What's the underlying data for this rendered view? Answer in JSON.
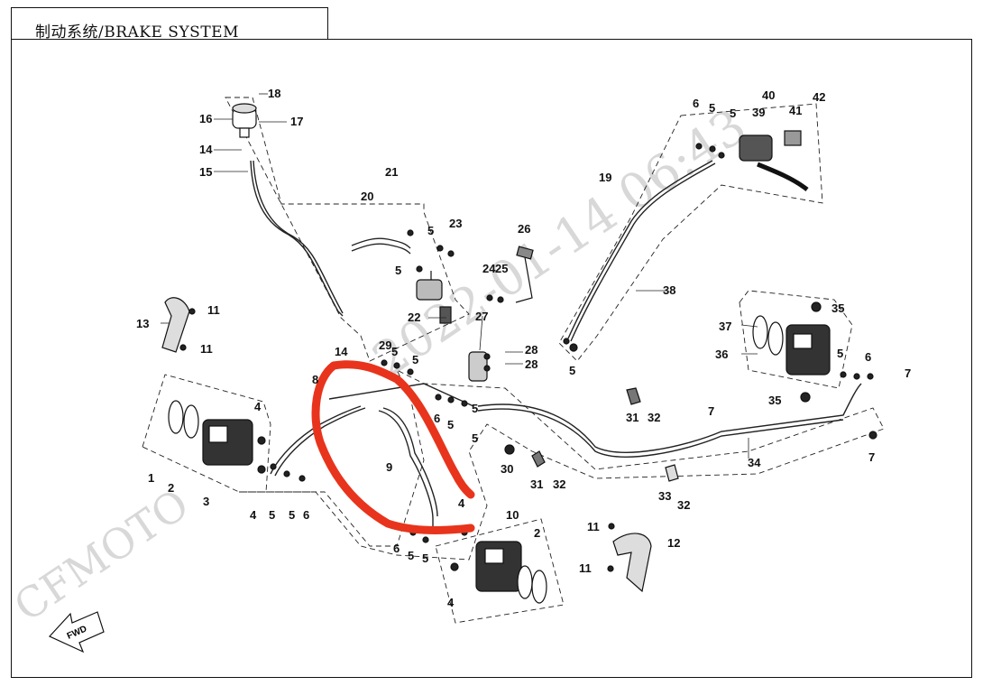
{
  "header": {
    "title": "制动系统/BRAKE SYSTEM"
  },
  "watermark": {
    "brand": "CFMOTO",
    "stamp": "2022-01-14 06:43"
  },
  "orientation": {
    "label": "FWD"
  },
  "colors": {
    "markup": "#e8341c",
    "line": "#111111",
    "watermark": "#d8d8d8"
  },
  "labels": {
    "l1": "1",
    "l2a": "2",
    "l2b": "2",
    "l3": "3",
    "l4a": "4",
    "l4b": "4",
    "l4c": "4",
    "l4d": "4",
    "l5a": "5",
    "l5b": "5",
    "l5c": "5",
    "l5d": "5",
    "l5e": "5",
    "l5f": "5",
    "l5g": "5",
    "l5h": "5",
    "l5i": "5",
    "l5j": "5",
    "l5k": "5",
    "l5l": "5",
    "l5m": "5",
    "l5n": "5",
    "l5o": "5",
    "l6a": "6",
    "l6b": "6",
    "l6c": "6",
    "l6d": "6",
    "l6e": "6",
    "l7a": "7",
    "l7b": "7",
    "l7c": "7",
    "l8": "8",
    "l9": "9",
    "l10": "10",
    "l11a": "11",
    "l11b": "11",
    "l11c": "11",
    "l11d": "11",
    "l12": "12",
    "l13": "13",
    "l14a": "14",
    "l14b": "14",
    "l15": "15",
    "l16": "16",
    "l17": "17",
    "l18": "18",
    "l19": "19",
    "l20": "20",
    "l21": "21",
    "l22": "22",
    "l23": "23",
    "l24": "24",
    "l25": "25",
    "l26": "26",
    "l27": "27",
    "l28a": "28",
    "l28b": "28",
    "l29": "29",
    "l30": "30",
    "l31a": "31",
    "l31b": "31",
    "l32a": "32",
    "l32b": "32",
    "l32c": "32",
    "l33": "33",
    "l34": "34",
    "l35a": "35",
    "l35b": "35",
    "l36": "36",
    "l37": "37",
    "l38": "38",
    "l39": "39",
    "l40": "40",
    "l41": "41",
    "l42": "42"
  }
}
